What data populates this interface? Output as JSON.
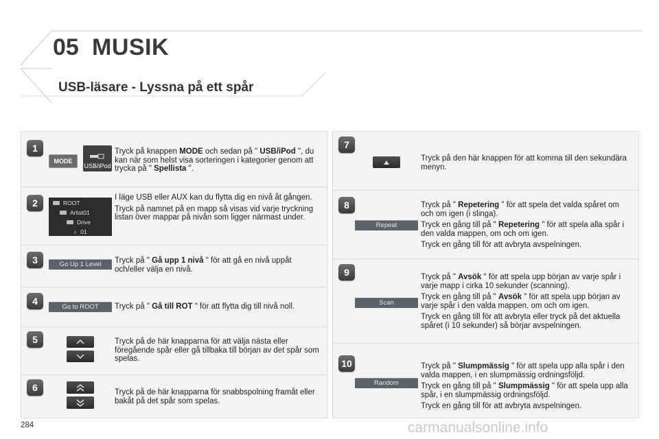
{
  "header": {
    "chapter_number": "05",
    "chapter_title": "MUSIK",
    "section_title": "USB-läsare - Lyssna på ett spår"
  },
  "colors": {
    "panel": "#f3f3f4",
    "badge": "#4a4a4a",
    "button_gray": "#5e6266"
  },
  "left_steps": [
    {
      "number": "1",
      "button_mode": "MODE",
      "button_usb": "USB/iPod",
      "text": [
        [
          {
            "t": "Tryck på knappen "
          },
          {
            "t": "MODE",
            "b": true
          },
          {
            "t": " och sedan på \" "
          },
          {
            "t": "USB/iPod",
            "b": true
          },
          {
            "t": " \", du kan när som helst visa sorteringen i kategorier genom att trycka på \" "
          },
          {
            "t": "Spellista",
            "b": true
          },
          {
            "t": " \"."
          }
        ]
      ]
    },
    {
      "number": "2",
      "folders": [
        "ROOT",
        "Artist01",
        "Drive",
        "01"
      ],
      "text": [
        [
          {
            "t": "I läge USB eller AUX kan du flytta dig en nivå åt gången."
          }
        ],
        [
          {
            "t": "Tryck på namnet på en mapp så visas vid varje tryckning listan över mappar på nivån som ligger närmast under."
          }
        ]
      ]
    },
    {
      "number": "3",
      "button_label": "Go Up 1 Level",
      "text": [
        [
          {
            "t": "Tryck på \" "
          },
          {
            "t": "Gå upp 1 nivå",
            "b": true
          },
          {
            "t": " \" för att gå en nivå uppåt och/eller välja en nivå."
          }
        ]
      ]
    },
    {
      "number": "4",
      "button_label": "Go to ROOT",
      "text": [
        [
          {
            "t": "Tryck på \" "
          },
          {
            "t": "Gå till ROT",
            "b": true
          },
          {
            "t": " \" för att flytta dig till nivå noll."
          }
        ]
      ]
    },
    {
      "number": "5",
      "text": [
        [
          {
            "t": "Tryck på de här knapparna för att välja nästa eller föregående spår eller gå tillbaka till början av det spår som spelas."
          }
        ]
      ]
    },
    {
      "number": "6",
      "text": [
        [
          {
            "t": "Tryck på de här knapparna för snabbspolning framåt eller bakåt på det spår som spelas."
          }
        ]
      ]
    }
  ],
  "right_steps": [
    {
      "number": "7",
      "text": [
        [
          {
            "t": "Tryck på den här knappen för att komma till den sekundära menyn."
          }
        ]
      ]
    },
    {
      "number": "8",
      "button_label": "Repeat",
      "text": [
        [
          {
            "t": "Tryck på \" "
          },
          {
            "t": "Repetering",
            "b": true
          },
          {
            "t": " \" för att spela det valda spåret om och om igen (i slinga)."
          }
        ],
        [
          {
            "t": "Tryck en gång till på \" "
          },
          {
            "t": "Repetering",
            "b": true
          },
          {
            "t": " \" för att spela alla spår i den valda mappen, om och om igen."
          }
        ],
        [
          {
            "t": "Tryck en gång till för att avbryta avspelningen."
          }
        ]
      ]
    },
    {
      "number": "9",
      "button_label": "Scan",
      "text": [
        [
          {
            "t": "Tryck på \" "
          },
          {
            "t": "Avsök",
            "b": true
          },
          {
            "t": " \" för att spela upp början av varje spår i varje mapp i cirka 10 sekunder (scanning)."
          }
        ],
        [
          {
            "t": "Tryck en gång till på \" "
          },
          {
            "t": "Avsök",
            "b": true
          },
          {
            "t": " \" för att spela upp början av varje spår i den valda mappen, om och om igen."
          }
        ],
        [
          {
            "t": "Tryck en gång till för att avbryta eller tryck på det aktuella spåret (i 10 sekunder) så börjar avspelningen."
          }
        ]
      ]
    },
    {
      "number": "10",
      "button_label": "Random",
      "text": [
        [
          {
            "t": "Tryck på \" "
          },
          {
            "t": "Slumpmässig",
            "b": true
          },
          {
            "t": " \" för att spela upp alla spår i den valda mappen, i en slumpmässig ordningsföljd."
          }
        ],
        [
          {
            "t": "Tryck en gång till på \" "
          },
          {
            "t": "Slumpmässig",
            "b": true
          },
          {
            "t": " \" för att spela upp alla spår, i en slumpmässig ordningsföljd."
          }
        ],
        [
          {
            "t": "Tryck en gång till för att avbryta avspelningen."
          }
        ]
      ]
    }
  ],
  "footer": {
    "page_number": "284",
    "watermark": "carmanualsonline.info"
  }
}
